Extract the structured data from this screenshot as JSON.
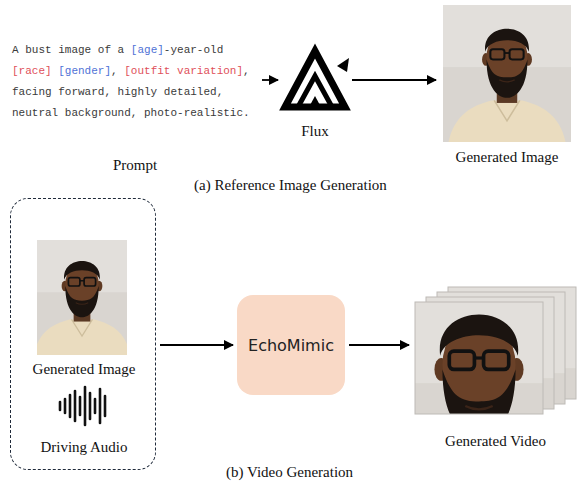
{
  "diagram": {
    "nodes": [
      {
        "text": [
          "A bust image of a [age]-year-old [race] [gender], [outfit variation], facing forward, highly detailed, neutral background, photo-realistic.",
          "Prompt"
        ]
      },
      {
        "text": [
          "Flux"
        ]
      },
      {
        "text": [
          "Generated Image"
        ]
      },
      {
        "text": []
      },
      {
        "text": [
          "Generated Image"
        ],
        "in": 3
      },
      {
        "text": [
          "Driving Audio"
        ],
        "in": 3
      },
      {
        "text": [
          "EchoMimic"
        ]
      },
      {
        "text": [
          "Generated Video"
        ]
      }
    ],
    "edges": [
      {
        "from": 0,
        "to": 1,
        "arrow": "to"
      },
      {
        "from": 1,
        "to": 2,
        "arrow": "to"
      },
      {
        "from": 3,
        "to": 6,
        "arrow": "to"
      },
      {
        "from": 6,
        "to": 7,
        "arrow": "to"
      }
    ],
    "labels": [
      "(a) Reference Image Generation",
      "(b) Video Generation"
    ]
  }
}
